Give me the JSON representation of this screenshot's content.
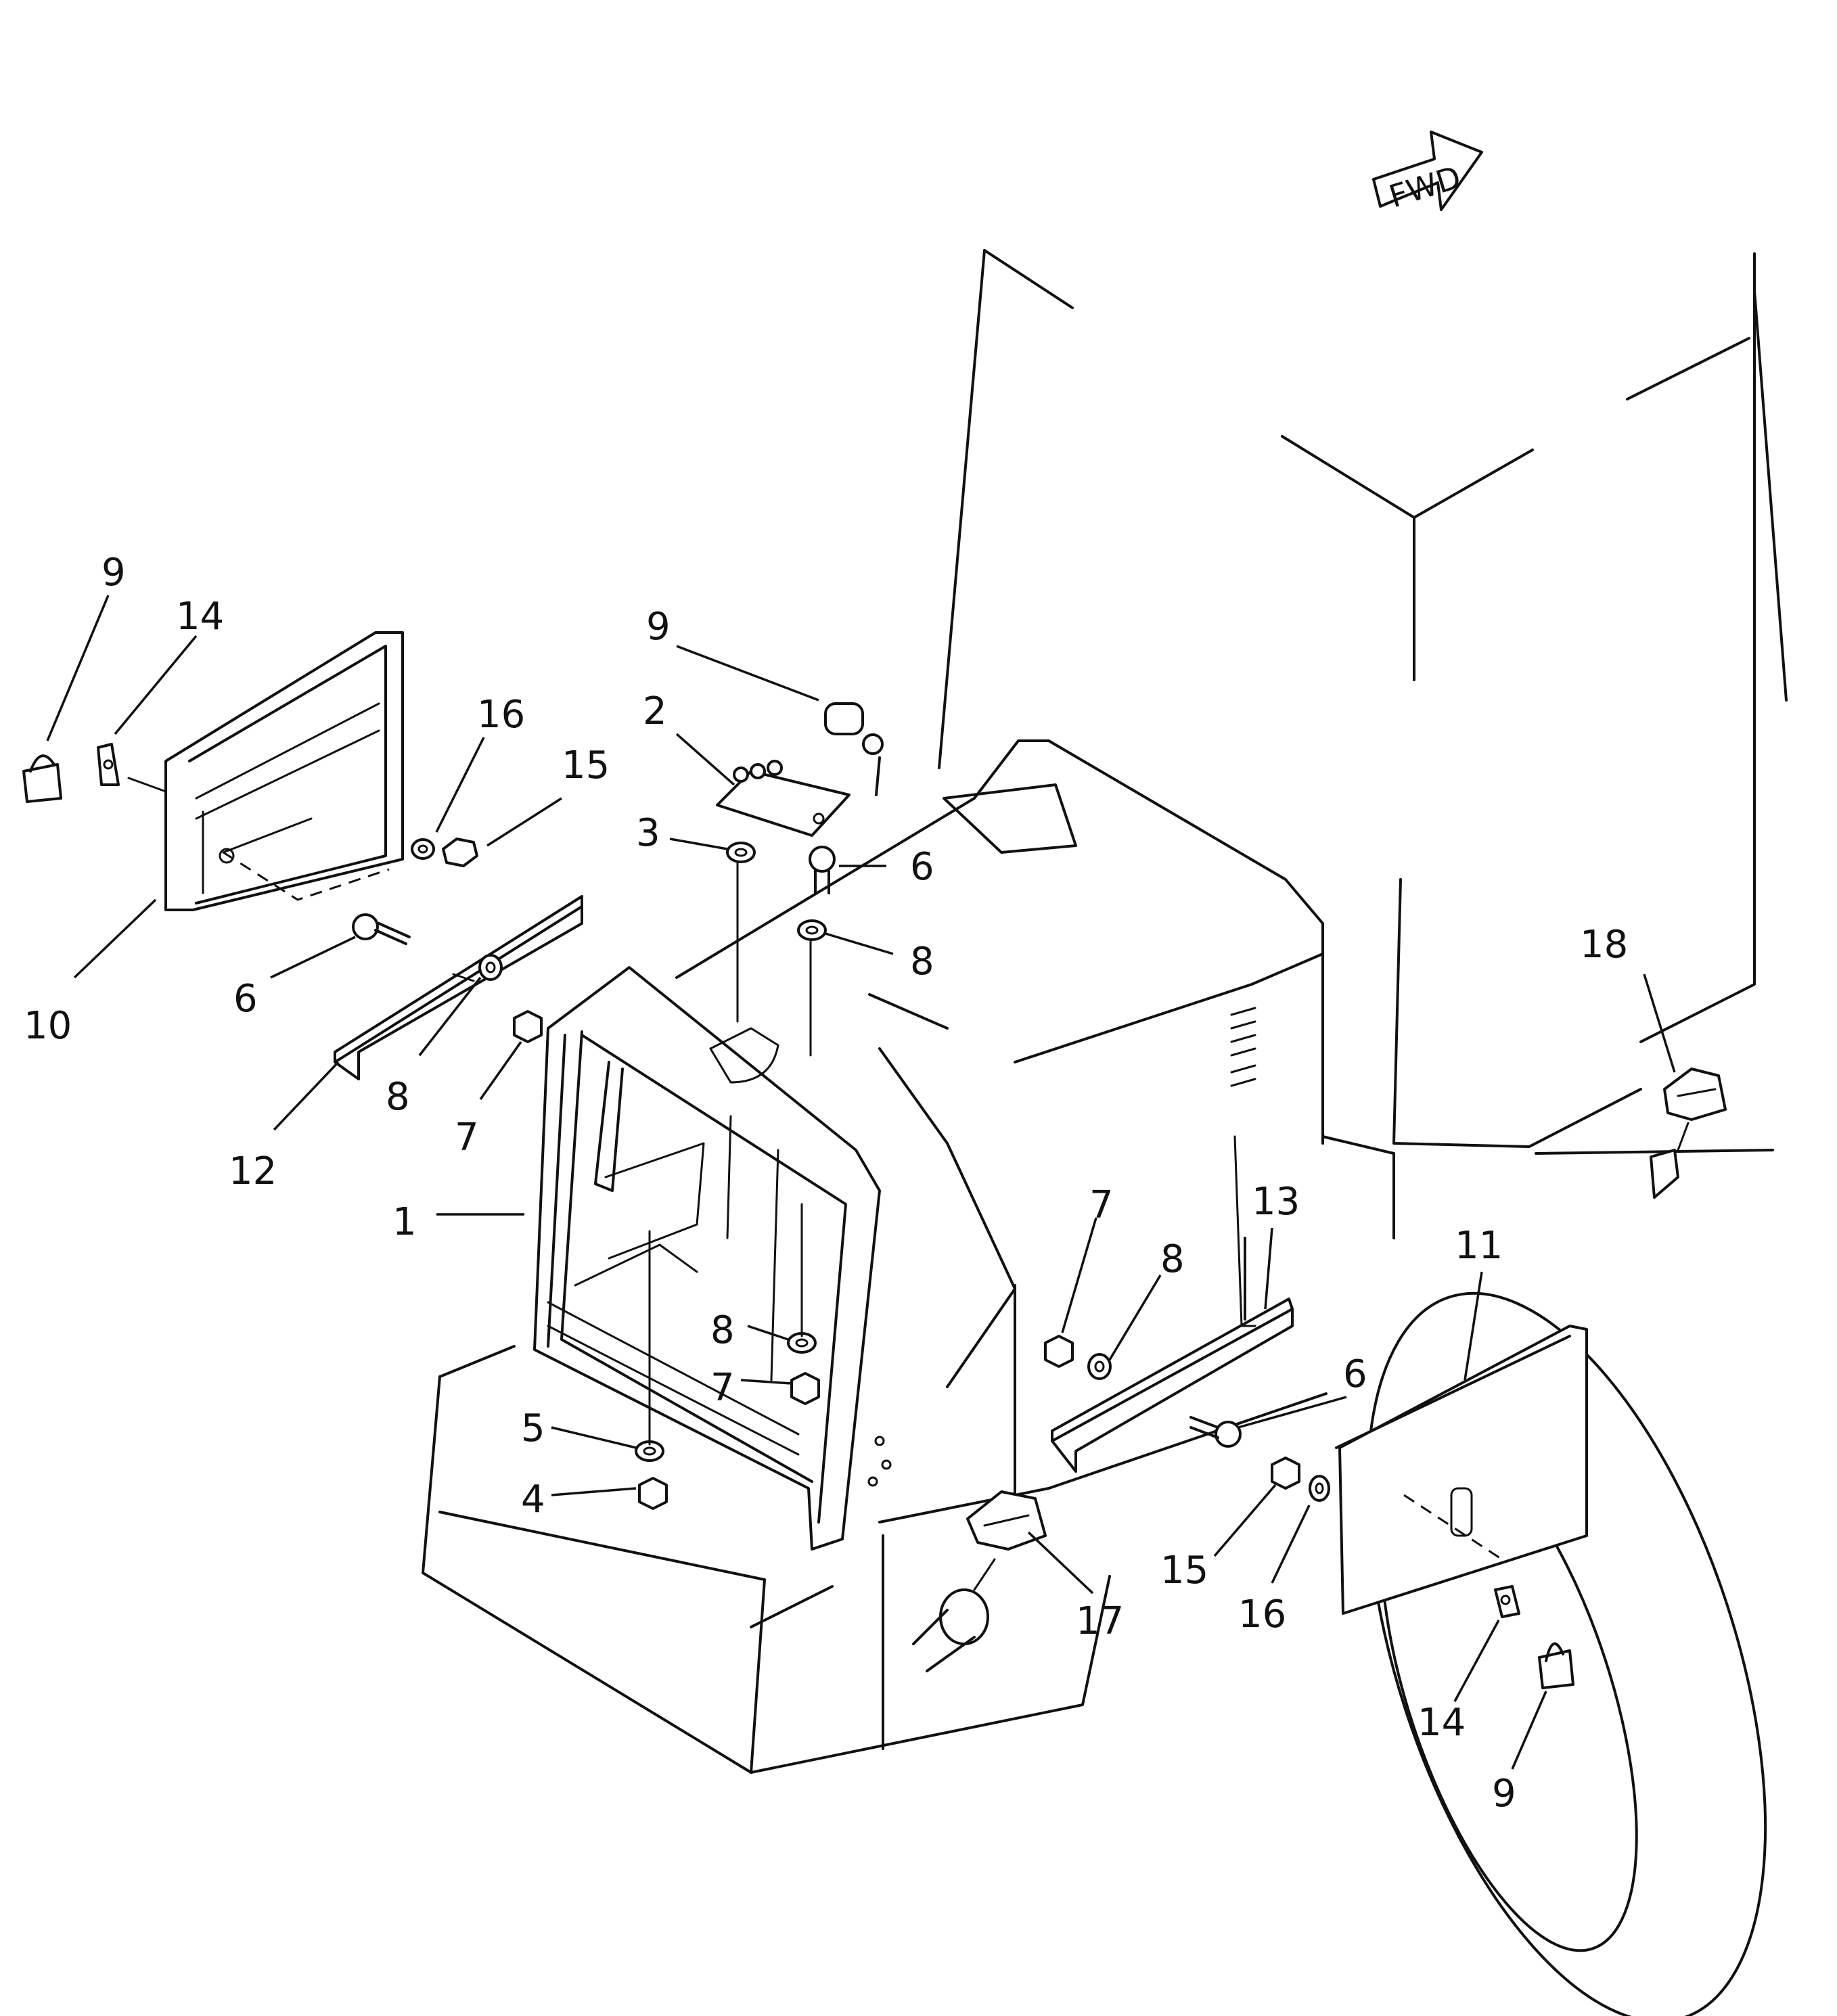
{
  "direction_label": "FWD",
  "callouts": [
    {
      "id": "c9a",
      "label": "9"
    },
    {
      "id": "c14a",
      "label": "14"
    },
    {
      "id": "c16a",
      "label": "16"
    },
    {
      "id": "c15a",
      "label": "15"
    },
    {
      "id": "c10",
      "label": "10"
    },
    {
      "id": "c6a",
      "label": "6"
    },
    {
      "id": "c12",
      "label": "12"
    },
    {
      "id": "c8a",
      "label": "8"
    },
    {
      "id": "c7a",
      "label": "7"
    },
    {
      "id": "c9b",
      "label": "9"
    },
    {
      "id": "c2",
      "label": "2"
    },
    {
      "id": "c3",
      "label": "3"
    },
    {
      "id": "c6b",
      "label": "6"
    },
    {
      "id": "c8b",
      "label": "8"
    },
    {
      "id": "c1",
      "label": "1"
    },
    {
      "id": "c8c",
      "label": "8"
    },
    {
      "id": "c7b",
      "label": "7"
    },
    {
      "id": "c5",
      "label": "5"
    },
    {
      "id": "c4",
      "label": "4"
    },
    {
      "id": "c7c",
      "label": "7"
    },
    {
      "id": "c8d",
      "label": "8"
    },
    {
      "id": "c13",
      "label": "13"
    },
    {
      "id": "c11",
      "label": "11"
    },
    {
      "id": "c6c",
      "label": "6"
    },
    {
      "id": "c18",
      "label": "18"
    },
    {
      "id": "c15b",
      "label": "15"
    },
    {
      "id": "c16b",
      "label": "16"
    },
    {
      "id": "c17",
      "label": "17"
    },
    {
      "id": "c14b",
      "label": "14"
    },
    {
      "id": "c9c",
      "label": "9"
    }
  ]
}
